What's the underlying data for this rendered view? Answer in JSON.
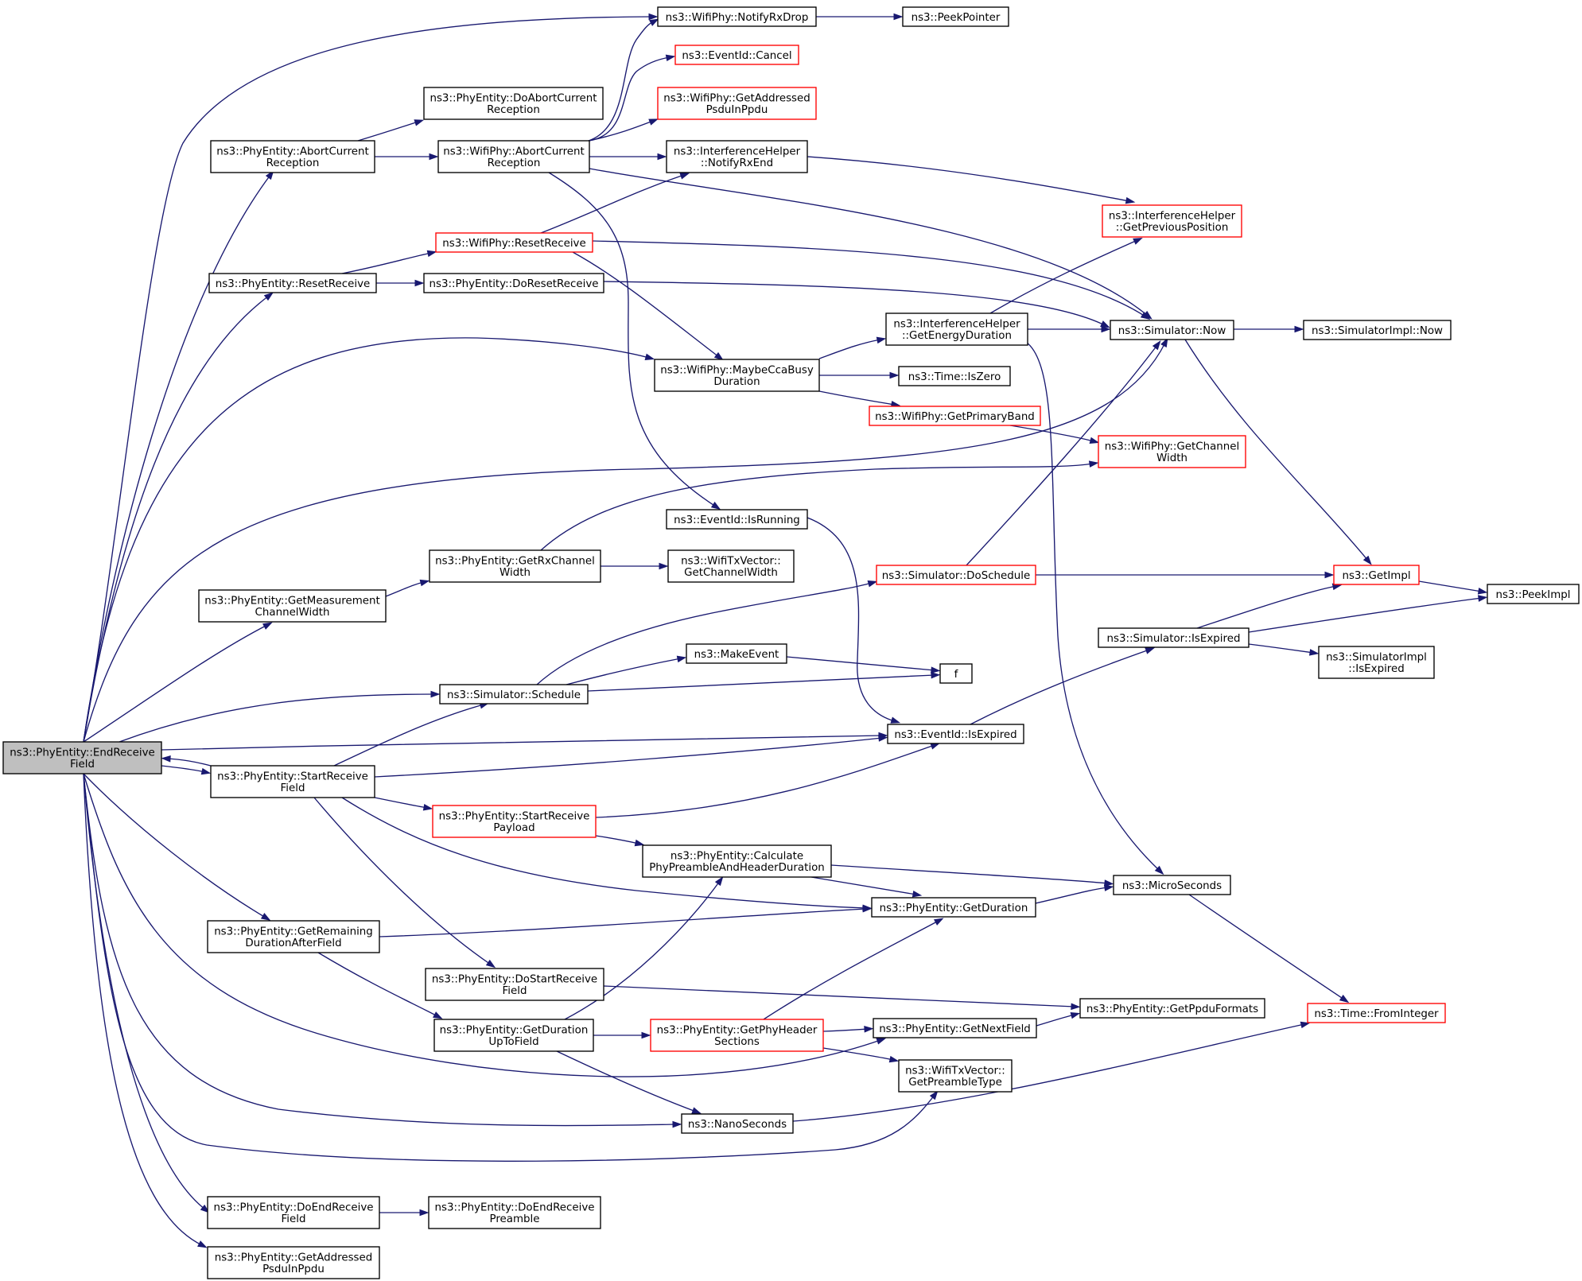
{
  "diagram": {
    "colors": {
      "edge": "#191970",
      "root_fill": "#bfbfbf",
      "node_border": "#000000",
      "truncated_border": "#ff0000",
      "node_fill": "#ffffff"
    },
    "nodes": [
      {
        "id": "root",
        "lines": [
          "ns3::PhyEntity::EndReceive",
          "Field"
        ],
        "style": "root"
      },
      {
        "id": "abortCurrent",
        "lines": [
          "ns3::PhyEntity::AbortCurrent",
          "Reception"
        ],
        "style": "normal"
      },
      {
        "id": "doAbort",
        "lines": [
          "ns3::PhyEntity::DoAbortCurrent",
          "Reception"
        ],
        "style": "normal"
      },
      {
        "id": "wifiAbort",
        "lines": [
          "ns3::WifiPhy::AbortCurrent",
          "Reception"
        ],
        "style": "normal"
      },
      {
        "id": "notifyRxDrop",
        "lines": [
          "ns3::WifiPhy::NotifyRxDrop"
        ],
        "style": "normal"
      },
      {
        "id": "peekPointer",
        "lines": [
          "ns3::PeekPointer"
        ],
        "style": "normal"
      },
      {
        "id": "eventCancel",
        "lines": [
          "ns3::EventId::Cancel"
        ],
        "style": "truncated"
      },
      {
        "id": "getAddrWifi",
        "lines": [
          "ns3::WifiPhy::GetAddressed",
          "PsduInPpdu"
        ],
        "style": "truncated"
      },
      {
        "id": "notifyRxEnd",
        "lines": [
          "ns3::InterferenceHelper",
          "::NotifyRxEnd"
        ],
        "style": "normal"
      },
      {
        "id": "getPrevPos",
        "lines": [
          "ns3::InterferenceHelper",
          "::GetPreviousPosition"
        ],
        "style": "truncated"
      },
      {
        "id": "wifiReset",
        "lines": [
          "ns3::WifiPhy::ResetReceive"
        ],
        "style": "truncated"
      },
      {
        "id": "phyReset",
        "lines": [
          "ns3::PhyEntity::ResetReceive"
        ],
        "style": "normal"
      },
      {
        "id": "doReset",
        "lines": [
          "ns3::PhyEntity::DoResetReceive"
        ],
        "style": "normal"
      },
      {
        "id": "simNow",
        "lines": [
          "ns3::Simulator::Now"
        ],
        "style": "normal"
      },
      {
        "id": "simImplNow",
        "lines": [
          "ns3::SimulatorImpl::Now"
        ],
        "style": "normal"
      },
      {
        "id": "energyDur",
        "lines": [
          "ns3::InterferenceHelper",
          "::GetEnergyDuration"
        ],
        "style": "normal"
      },
      {
        "id": "maybeCca",
        "lines": [
          "ns3::WifiPhy::MaybeCcaBusy",
          "Duration"
        ],
        "style": "normal"
      },
      {
        "id": "timeIsZero",
        "lines": [
          "ns3::Time::IsZero"
        ],
        "style": "normal"
      },
      {
        "id": "primaryBand",
        "lines": [
          "ns3::WifiPhy::GetPrimaryBand"
        ],
        "style": "truncated"
      },
      {
        "id": "chanWidth",
        "lines": [
          "ns3::WifiPhy::GetChannel",
          "Width"
        ],
        "style": "truncated"
      },
      {
        "id": "isRunning",
        "lines": [
          "ns3::EventId::IsRunning"
        ],
        "style": "normal"
      },
      {
        "id": "rxChanWidth",
        "lines": [
          "ns3::PhyEntity::GetRxChannel",
          "Width"
        ],
        "style": "normal"
      },
      {
        "id": "txChanWidth",
        "lines": [
          "ns3::WifiTxVector::",
          "GetChannelWidth"
        ],
        "style": "normal"
      },
      {
        "id": "doSchedule",
        "lines": [
          "ns3::Simulator::DoSchedule"
        ],
        "style": "truncated"
      },
      {
        "id": "getImpl",
        "lines": [
          "ns3::GetImpl"
        ],
        "style": "truncated"
      },
      {
        "id": "peekImpl",
        "lines": [
          "ns3::PeekImpl"
        ],
        "style": "normal"
      },
      {
        "id": "measChan",
        "lines": [
          "ns3::PhyEntity::GetMeasurement",
          "ChannelWidth"
        ],
        "style": "normal"
      },
      {
        "id": "simIsExpired",
        "lines": [
          "ns3::Simulator::IsExpired"
        ],
        "style": "normal"
      },
      {
        "id": "implIsExpired",
        "lines": [
          "ns3::SimulatorImpl",
          "::IsExpired"
        ],
        "style": "normal"
      },
      {
        "id": "makeEvent",
        "lines": [
          "ns3::MakeEvent"
        ],
        "style": "normal"
      },
      {
        "id": "f",
        "lines": [
          "f"
        ],
        "style": "normal"
      },
      {
        "id": "schedule",
        "lines": [
          "ns3::Simulator::Schedule"
        ],
        "style": "normal"
      },
      {
        "id": "eventIsExpired",
        "lines": [
          "ns3::EventId::IsExpired"
        ],
        "style": "normal"
      },
      {
        "id": "startRecvField",
        "lines": [
          "ns3::PhyEntity::StartReceive",
          "Field"
        ],
        "style": "normal"
      },
      {
        "id": "startRecvPayload",
        "lines": [
          "ns3::PhyEntity::StartReceive",
          "Payload"
        ],
        "style": "truncated"
      },
      {
        "id": "calcPreamble",
        "lines": [
          "ns3::PhyEntity::Calculate",
          "PhyPreambleAndHeaderDuration"
        ],
        "style": "normal"
      },
      {
        "id": "microSec",
        "lines": [
          "ns3::MicroSeconds"
        ],
        "style": "normal"
      },
      {
        "id": "getDuration",
        "lines": [
          "ns3::PhyEntity::GetDuration"
        ],
        "style": "normal"
      },
      {
        "id": "remaining",
        "lines": [
          "ns3::PhyEntity::GetRemaining",
          "DurationAfterField"
        ],
        "style": "normal"
      },
      {
        "id": "doStartRecv",
        "lines": [
          "ns3::PhyEntity::DoStartReceive",
          "Field"
        ],
        "style": "normal"
      },
      {
        "id": "ppduFormats",
        "lines": [
          "ns3::PhyEntity::GetPpduFormats"
        ],
        "style": "normal"
      },
      {
        "id": "fromInteger",
        "lines": [
          "ns3::Time::FromInteger"
        ],
        "style": "truncated"
      },
      {
        "id": "durUpTo",
        "lines": [
          "ns3::PhyEntity::GetDuration",
          "UpToField"
        ],
        "style": "normal"
      },
      {
        "id": "phyHeader",
        "lines": [
          "ns3::PhyEntity::GetPhyHeader",
          "Sections"
        ],
        "style": "truncated"
      },
      {
        "id": "nextField",
        "lines": [
          "ns3::PhyEntity::GetNextField"
        ],
        "style": "normal"
      },
      {
        "id": "preambleType",
        "lines": [
          "ns3::WifiTxVector::",
          "GetPreambleType"
        ],
        "style": "normal"
      },
      {
        "id": "nanoSec",
        "lines": [
          "ns3::NanoSeconds"
        ],
        "style": "normal"
      },
      {
        "id": "doEndRecvField",
        "lines": [
          "ns3::PhyEntity::DoEndReceive",
          "Field"
        ],
        "style": "normal"
      },
      {
        "id": "doEndRecvPre",
        "lines": [
          "ns3::PhyEntity::DoEndReceive",
          "Preamble"
        ],
        "style": "normal"
      },
      {
        "id": "getAddrPhy",
        "lines": [
          "ns3::PhyEntity::GetAddressed",
          "PsduInPpdu"
        ],
        "style": "normal"
      }
    ]
  }
}
